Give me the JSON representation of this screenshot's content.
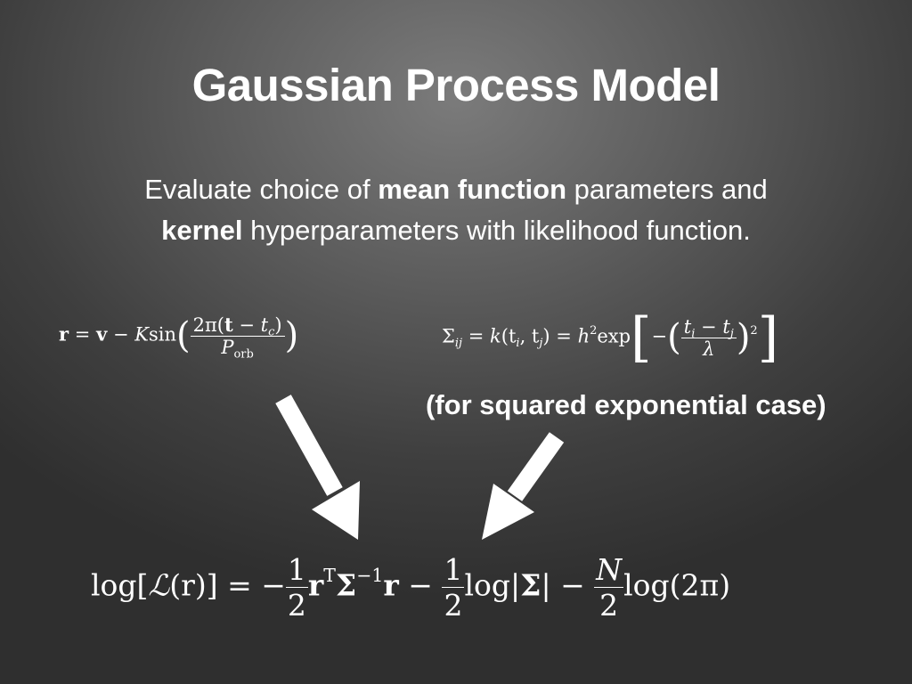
{
  "slide": {
    "title": "Gaussian Process Model",
    "subtitle_line1_pre": "Evaluate choice of ",
    "subtitle_line1_bold": "mean function",
    "subtitle_line1_post": " parameters and",
    "subtitle_line2_bold": "kernel",
    "subtitle_line2_post": " hyperparameters with likelihood function.",
    "note": "(for squared exponential case)"
  },
  "equations": {
    "residual": {
      "lhs": "r",
      "eq": "=",
      "v": "v",
      "minus": "−",
      "K": "K",
      "sin": "sin",
      "numerator_pre": "2π(",
      "t": "t",
      "numerator_mid": " − ",
      "tc_t": "t",
      "tc_sub": "c",
      "numerator_post": ")",
      "denominator_P": "P",
      "denominator_sub": "orb"
    },
    "kernel": {
      "sigma": "Σ",
      "sigma_sub": "ij",
      "eq_text": " = ",
      "k": "k",
      "args": "(t",
      "i": "i",
      "comma": ", t",
      "j": "j",
      "close": ")",
      "eq2": " = ",
      "h": "h",
      "h_sup": "2",
      "exp": "exp",
      "minus": "−",
      "num_ti": "t",
      "num_i": "i",
      "num_minus": " − ",
      "num_tj": "t",
      "num_j": "j",
      "denominator": "λ",
      "sq": "2"
    },
    "likelihood": {
      "log_open": "log[",
      "L": "ℒ",
      "arg": "(r)",
      "log_close": "]",
      "eq": " = −",
      "half_num": "1",
      "half_den": "2",
      "r": "r",
      "T": "T",
      "Sigma": "Σ",
      "inv": "−1",
      "r2": "r",
      "minus1": " − ",
      "logdet": "log|",
      "Sigma2": "Σ",
      "bar": "|",
      "minus2": " − ",
      "N": "N",
      "log2pi": "log(2π)"
    }
  }
}
